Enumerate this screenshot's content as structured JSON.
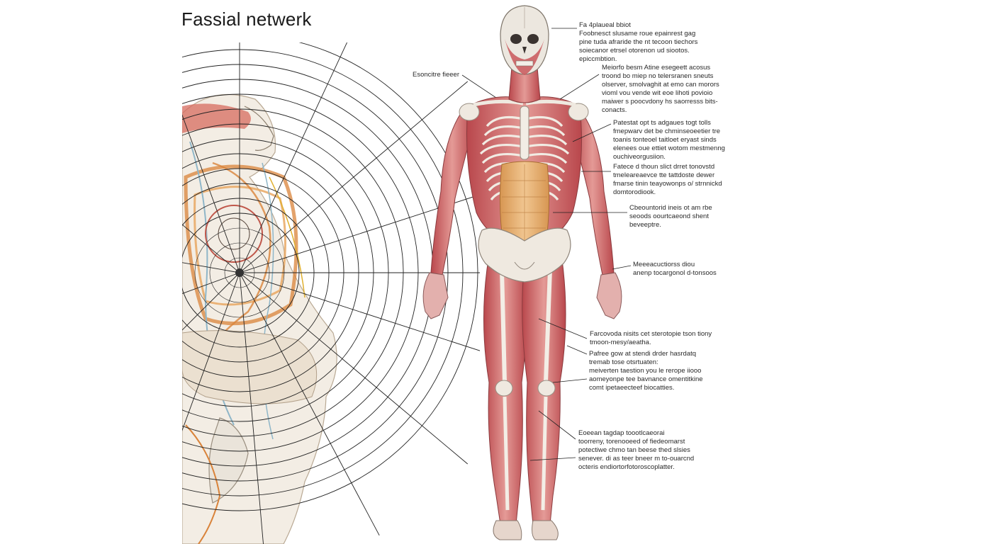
{
  "title": "Fassial netwerk",
  "left_label": "Esoncitre fieeer",
  "annotations": [
    {
      "text": "Fa 4plaueal bbiot\nFoobnesct slusame roue epainrest gag\npine tuda afraride the nt tecoon tiechors\nsoiecanor etrsel otorenon ud siootos.\nepiccmbtion."
    },
    {
      "text": "Meiorfo besm Atine esegeett acosus\ntroond bo miep no telersranen sneuts\nolserver, smolvaghit at emo can morors\nvioml vou vende wit eoe lihoti povioio\nmaiwer s poocvdony hs saorresss bits-\nconacts."
    },
    {
      "text": "Patestat opt ts adgaues togt tolls\nfmepwarv det be chminseoeetier tre\ntoanis tonteoel taitloet eryast sinds\nelenees oue ettiet wotom mestmenng\nouchiveorgusiion."
    },
    {
      "text": "Fatece d thoun slict drret tonovstd\ntmeleareaevce tte tattdoste dewer\nfmarse tinin teayowonps o/ strnnickd\ndomtorodiook."
    },
    {
      "text": "Cbeountorid ineis ot am rbe\nseoods oourtcaeond shent\nbeveeptre."
    },
    {
      "text": "Meeeacuctiorss diou\nanenp tocargonol d-tonsoos"
    },
    {
      "text": "Farcovoda nisits cet sterotopie tson tiony\ntmoon-mesy/aeatha."
    },
    {
      "text": "Pafree gow at stendi drder hasrdatq\ntremab tose otsrtuaten:\nmeiverten taestion you le rerope iiooo\naomeyonpe tee bavnance omentitkine\ncomt ipetaeecteef biocatties."
    },
    {
      "text": "Eoeean tagdap toootlcaeorai\ntoorreny, torenooeed of fiedeomarst\npotectiwe chmo tan beese thed slsies\nsenever. di as teer bneer m to-ouarcnd\nocteris endiortorfotoroscoplatter."
    }
  ],
  "colors": {
    "muscle": "#c9565a",
    "muscle_light": "#e19a95",
    "bone": "#eeeae3",
    "fascia": "#e2a865",
    "nerve_orange": "#d9833a",
    "nerve_blue": "#8fb6c8",
    "line": "#222222"
  }
}
